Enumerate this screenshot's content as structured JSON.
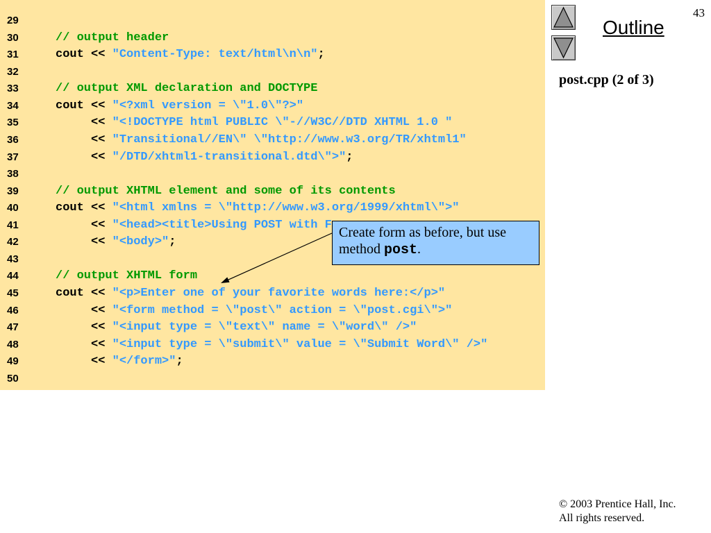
{
  "slide": {
    "page_number": "43",
    "file_caption": "post.cpp (2 of 3)"
  },
  "nav": {
    "outline_label": "Outline",
    "previous_icon": "triangle-up-icon",
    "next_icon": "triangle-down-icon"
  },
  "colors": {
    "code_panel": "#FFE6A1",
    "comment": "#009900",
    "string": "#3399FF",
    "callout": "#99CCFF"
  },
  "code": {
    "lines": [
      {
        "n": "29",
        "segs": []
      },
      {
        "n": "30",
        "segs": [
          {
            "t": "// output header",
            "k": "comment"
          }
        ]
      },
      {
        "n": "31",
        "segs": [
          {
            "t": "cout << ",
            "k": "plain"
          },
          {
            "t": "\"Content-Type: text/html\\n\\n\"",
            "k": "string"
          },
          {
            "t": ";",
            "k": "plain"
          }
        ]
      },
      {
        "n": "32",
        "segs": []
      },
      {
        "n": "33",
        "segs": [
          {
            "t": "// output XML declaration and DOCTYPE",
            "k": "comment"
          }
        ]
      },
      {
        "n": "34",
        "segs": [
          {
            "t": "cout << ",
            "k": "plain"
          },
          {
            "t": "\"<?xml version = \\\"1.0\\\"?>\"",
            "k": "string"
          }
        ]
      },
      {
        "n": "35",
        "segs": [
          {
            "t": "     << ",
            "k": "plain"
          },
          {
            "t": "\"<!DOCTYPE html PUBLIC \\\"-//W3C//DTD XHTML 1.0 \"",
            "k": "string"
          }
        ]
      },
      {
        "n": "36",
        "segs": [
          {
            "t": "     << ",
            "k": "plain"
          },
          {
            "t": "\"Transitional//EN\\\" \\\"http://www.w3.org/TR/xhtml1\"",
            "k": "string"
          }
        ]
      },
      {
        "n": "37",
        "segs": [
          {
            "t": "     << ",
            "k": "plain"
          },
          {
            "t": "\"/DTD/xhtml1-transitional.dtd\\\">\"",
            "k": "string"
          },
          {
            "t": ";",
            "k": "plain"
          }
        ]
      },
      {
        "n": "38",
        "segs": []
      },
      {
        "n": "39",
        "segs": [
          {
            "t": "// output XHTML element and some of its contents",
            "k": "comment"
          }
        ]
      },
      {
        "n": "40",
        "segs": [
          {
            "t": "cout << ",
            "k": "plain"
          },
          {
            "t": "\"<html xmlns = \\\"http://www.w3.org/1999/xhtml\\\">\"",
            "k": "string"
          }
        ]
      },
      {
        "n": "41",
        "segs": [
          {
            "t": "     << ",
            "k": "plain"
          },
          {
            "t": "\"<head><title>Using POST with F",
            "k": "string"
          }
        ]
      },
      {
        "n": "42",
        "segs": [
          {
            "t": "     << ",
            "k": "plain"
          },
          {
            "t": "\"<body>\"",
            "k": "string"
          },
          {
            "t": ";",
            "k": "plain"
          }
        ]
      },
      {
        "n": "43",
        "segs": []
      },
      {
        "n": "44",
        "segs": [
          {
            "t": "// output XHTML form",
            "k": "comment"
          }
        ]
      },
      {
        "n": "45",
        "segs": [
          {
            "t": "cout << ",
            "k": "plain"
          },
          {
            "t": "\"<p>Enter one of your favorite words here:</p>\"",
            "k": "string"
          }
        ]
      },
      {
        "n": "46",
        "segs": [
          {
            "t": "     << ",
            "k": "plain"
          },
          {
            "t": "\"<form method = \\\"post\\\" action = \\\"post.cgi\\\">\"",
            "k": "string"
          }
        ]
      },
      {
        "n": "47",
        "segs": [
          {
            "t": "     << ",
            "k": "plain"
          },
          {
            "t": "\"<input type = \\\"text\\\" name = \\\"word\\\" />\"",
            "k": "string"
          }
        ]
      },
      {
        "n": "48",
        "segs": [
          {
            "t": "     << ",
            "k": "plain"
          },
          {
            "t": "\"<input type = \\\"submit\\\" value = \\\"Submit Word\\\" />\"",
            "k": "string"
          }
        ]
      },
      {
        "n": "49",
        "segs": [
          {
            "t": "     << ",
            "k": "plain"
          },
          {
            "t": "\"</form>\"",
            "k": "string"
          },
          {
            "t": ";",
            "k": "plain"
          }
        ]
      },
      {
        "n": "50",
        "segs": []
      }
    ]
  },
  "callout": {
    "line1": "Create form as before, but use",
    "line2_prefix": "method ",
    "line2_code": "post",
    "line2_suffix": "."
  },
  "footer": {
    "copyright": "© 2003 Prentice Hall, Inc.",
    "rights": "All rights reserved."
  }
}
